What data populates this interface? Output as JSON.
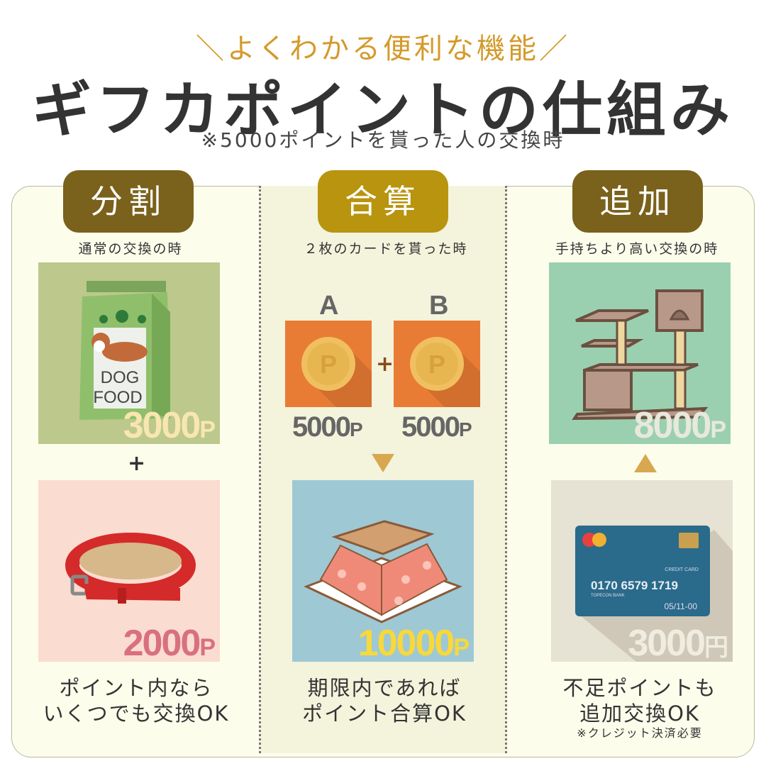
{
  "header": {
    "eyebrow": "＼よくわかる便利な機能／",
    "title": "ギフカポイントの仕組み",
    "subtitle": "※5000ポイントを貰った人の交換時"
  },
  "colors": {
    "badge_split": "#7a621c",
    "badge_combine": "#b8940f",
    "badge_add": "#7a621c",
    "eyebrow": "#d49a2a",
    "arrow": "#d8a850"
  },
  "columns": [
    {
      "badge": "分割",
      "caption": "通常の交換の時",
      "items": [
        {
          "illustration": "dog-food-bag",
          "label": "DOG FOOD",
          "price": "3000",
          "unit": "P"
        },
        {
          "illustration": "red-dog-collar",
          "price": "2000",
          "unit": "P"
        }
      ],
      "connector": "+",
      "description": [
        "ポイント内なら",
        "いくつでも交換OK"
      ]
    },
    {
      "badge": "合算",
      "caption": "２枚のカードを貰った時",
      "cards": [
        {
          "label": "A",
          "points": "5000",
          "unit": "P",
          "icon": "p-coin"
        },
        {
          "label": "B",
          "points": "5000",
          "unit": "P",
          "icon": "p-coin"
        }
      ],
      "connector": "+",
      "result": {
        "illustration": "kotatsu",
        "price": "10000",
        "unit": "P"
      },
      "description": [
        "期限内であれば",
        "ポイント合算OK"
      ]
    },
    {
      "badge": "追加",
      "caption": "手持ちより高い交換の時",
      "items": [
        {
          "illustration": "cat-tower",
          "price": "8000",
          "unit": "P"
        },
        {
          "illustration": "credit-card",
          "price": "3000",
          "unit": "円",
          "card": {
            "title": "CREDIT CARD",
            "number": "0170 6579 1719",
            "bank": "TOPECON BANK",
            "expiry": "05/11-00"
          }
        }
      ],
      "description": [
        "不足ポイントも",
        "追加交換OK"
      ],
      "note": "※クレジット決済必要"
    }
  ]
}
